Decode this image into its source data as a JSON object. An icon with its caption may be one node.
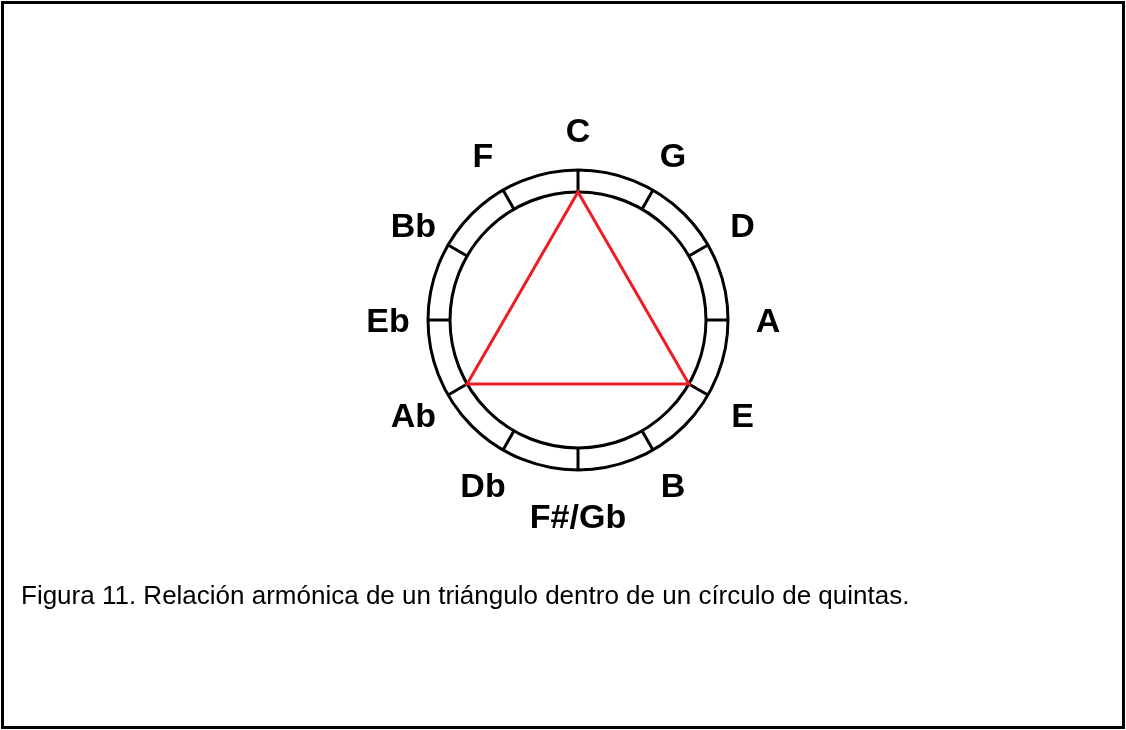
{
  "diagram": {
    "caption": "Figura 11. Relación armónica de un triángulo dentro de un círculo de quintas.",
    "labels": [
      "C",
      "G",
      "D",
      "A",
      "E",
      "B",
      "F#/Gb",
      "Db",
      "Ab",
      "Eb",
      "Bb",
      "F"
    ]
  }
}
